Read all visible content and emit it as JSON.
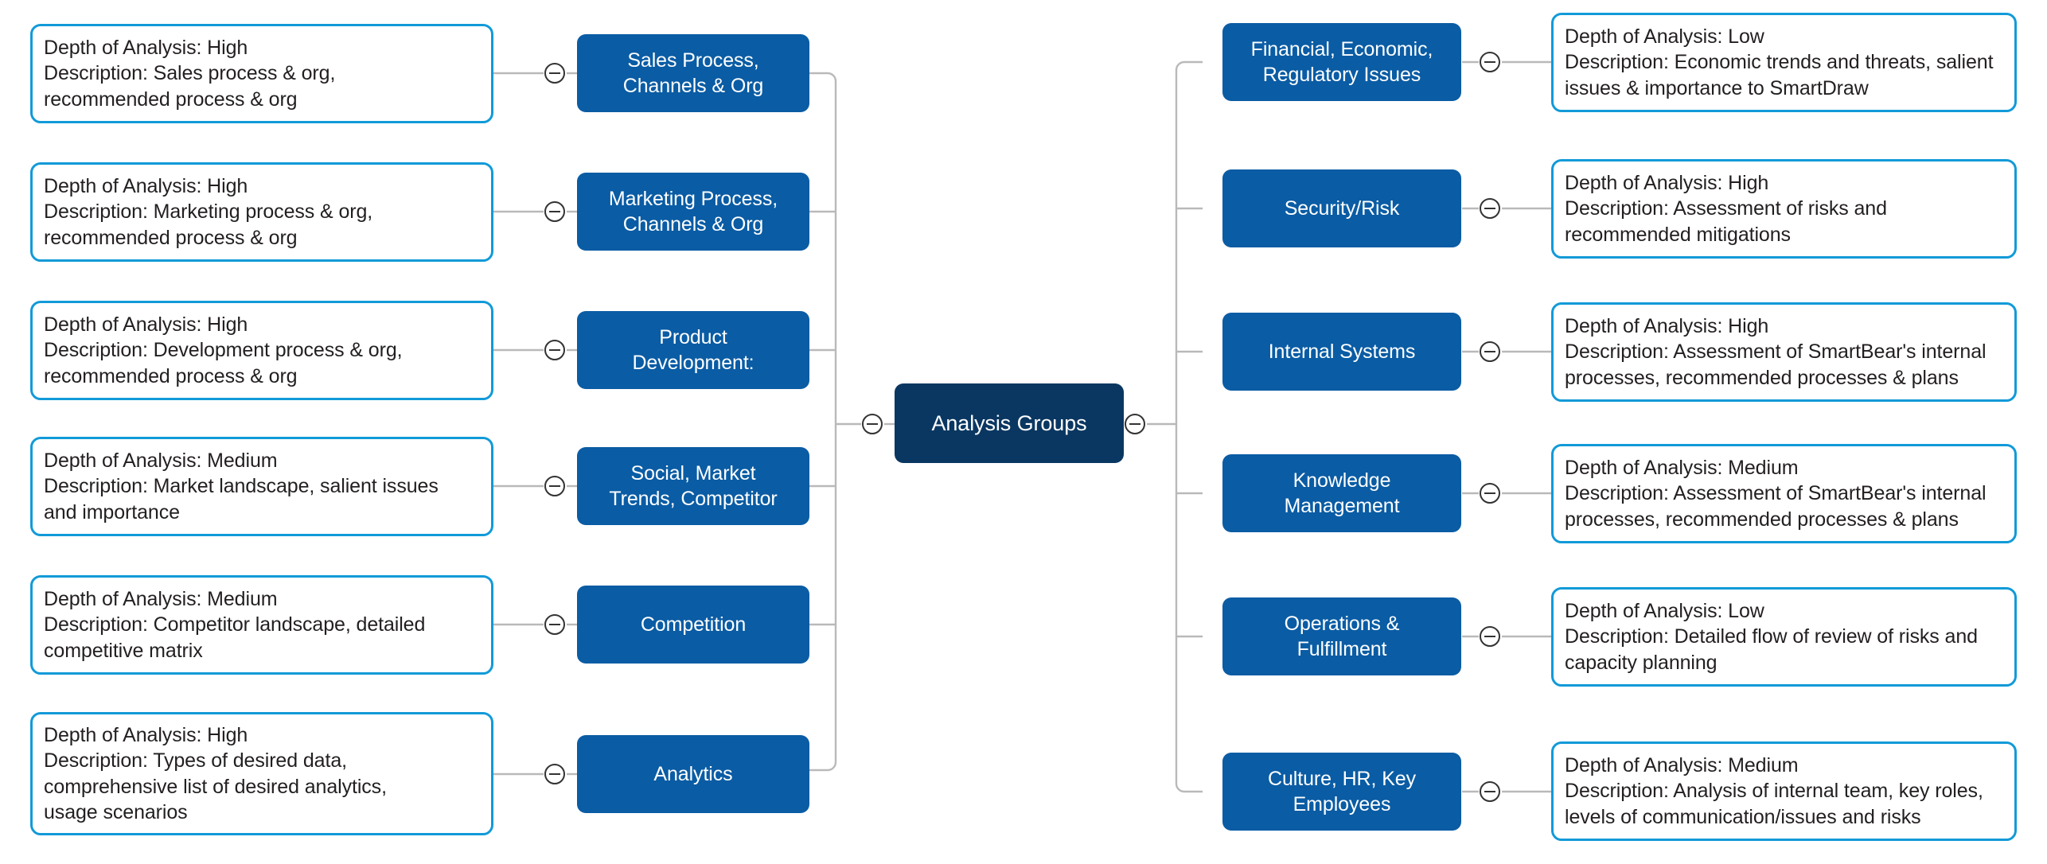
{
  "diagram": {
    "title": "Analysis Groups",
    "type": "mind-map",
    "colors": {
      "root_fill": "#0a3761",
      "topic_fill": "#0a5ca4",
      "desc_border": "#119ad8",
      "connector": "#b9b9b9",
      "topic_text": "#ffffff",
      "desc_text": "#231f20"
    },
    "root": {
      "label": "Analysis Groups"
    },
    "left_branches": [
      {
        "topic": "Sales Process,\nChannels & Org",
        "description": "Depth of Analysis: High\nDescription: Sales process & org,\nrecommended process & org",
        "depth_of_analysis": "High"
      },
      {
        "topic": "Marketing Process,\nChannels & Org",
        "description": "Depth of Analysis: High\nDescription: Marketing process & org,\nrecommended process & org",
        "depth_of_analysis": "High"
      },
      {
        "topic": "Product\nDevelopment:",
        "description": "Depth of Analysis: High\nDescription: Development process & org,\nrecommended process & org",
        "depth_of_analysis": "High"
      },
      {
        "topic": "Social, Market\nTrends, Competitor",
        "description": "Depth of Analysis: Medium\nDescription: Market landscape, salient issues\nand importance",
        "depth_of_analysis": "Medium"
      },
      {
        "topic": "Competition",
        "description": "Depth of Analysis: Medium\nDescription: Competitor landscape, detailed\ncompetitive matrix",
        "depth_of_analysis": "Medium"
      },
      {
        "topic": "Analytics",
        "description": "Depth of Analysis: High\nDescription: Types of desired data,\ncomprehensive list of desired analytics,\nusage scenarios",
        "depth_of_analysis": "High"
      }
    ],
    "right_branches": [
      {
        "topic": "Financial, Economic,\nRegulatory Issues",
        "description": "Depth of Analysis: Low\nDescription: Economic trends and threats, salient\nissues & importance to SmartDraw",
        "depth_of_analysis": "Low"
      },
      {
        "topic": "Security/Risk",
        "description": "Depth of Analysis: High\nDescription: Assessment of risks and\nrecommended mitigations",
        "depth_of_analysis": "High"
      },
      {
        "topic": "Internal Systems",
        "description": "Depth of Analysis: High\nDescription: Assessment of SmartBear's internal\nprocesses, recommended processes & plans",
        "depth_of_analysis": "High"
      },
      {
        "topic": "Knowledge\nManagement",
        "description": "Depth of Analysis: Medium\nDescription: Assessment of SmartBear's internal\nprocesses, recommended processes & plans",
        "depth_of_analysis": "Medium"
      },
      {
        "topic": "Operations &\nFulfillment",
        "description": "Depth of Analysis: Low\nDescription: Detailed flow of review of risks and\ncapacity planning",
        "depth_of_analysis": "Low"
      },
      {
        "topic": "Culture, HR, Key\nEmployees",
        "description": "Depth of Analysis: Medium\nDescription: Analysis of internal team, key roles,\nlevels of communication/issues and risks",
        "depth_of_analysis": "Medium"
      }
    ],
    "toggles": {
      "icon": "minus-circle-icon",
      "state": "expanded"
    }
  }
}
